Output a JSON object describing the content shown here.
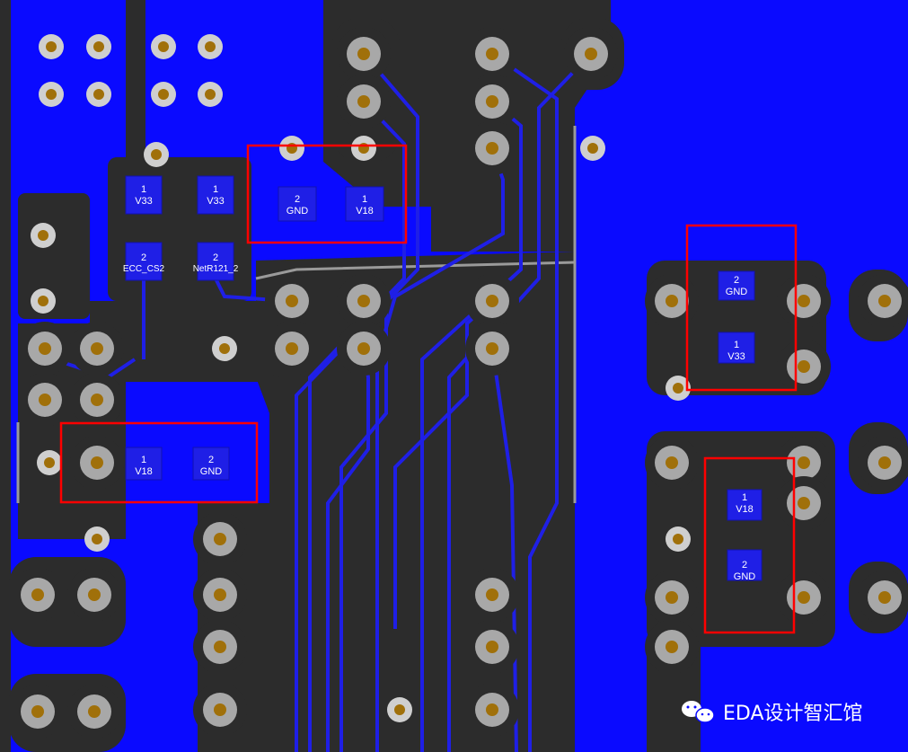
{
  "colors": {
    "copper_pour": "#0a0aff",
    "board_dark": "#2c2c2c",
    "track": "#1f1fe6",
    "pad_outer": "#a8a8a8",
    "pad_drill": "#a0700a",
    "highlight": "#ff0000",
    "label_text": "#ffffff"
  },
  "pads": [
    {
      "num": "1",
      "net": "V33"
    },
    {
      "num": "1",
      "net": "V33"
    },
    {
      "num": "2",
      "net": "ECC_CS2"
    },
    {
      "num": "2",
      "net": "NetR121_2"
    },
    {
      "num": "2",
      "net": "GND"
    },
    {
      "num": "1",
      "net": "V18"
    },
    {
      "num": "1",
      "net": "V18"
    },
    {
      "num": "2",
      "net": "GND"
    },
    {
      "num": "2",
      "net": "GND"
    },
    {
      "num": "1",
      "net": "V33"
    },
    {
      "num": "1",
      "net": "V18"
    },
    {
      "num": "2",
      "net": "GND"
    }
  ],
  "watermark": {
    "icon": "wechat-icon",
    "text": "EDA设计智汇馆"
  }
}
